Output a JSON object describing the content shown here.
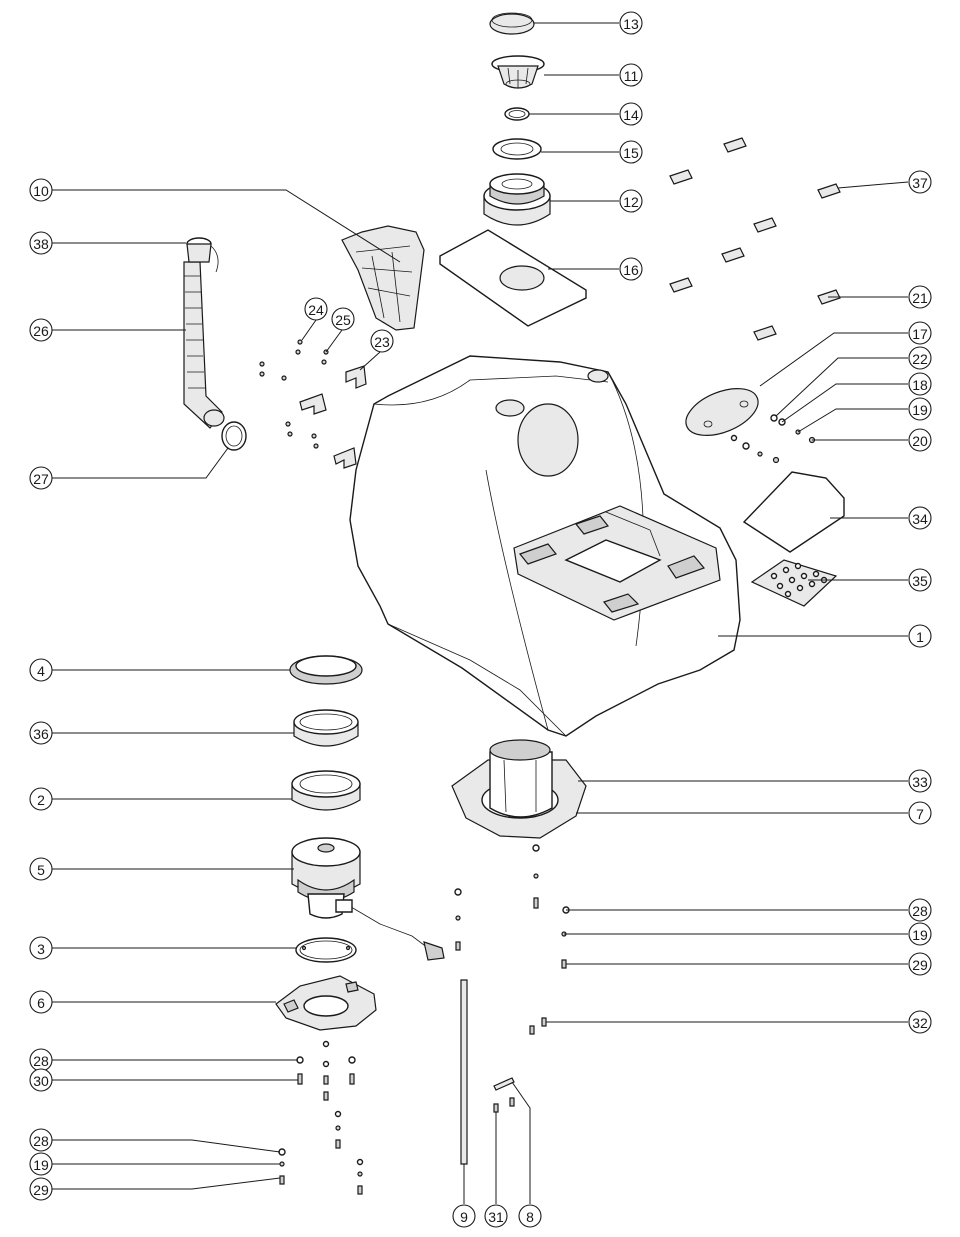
{
  "callouts": [
    "1",
    "2",
    "3",
    "4",
    "5",
    "6",
    "7",
    "8",
    "9",
    "10",
    "11",
    "12",
    "13",
    "14",
    "15",
    "16",
    "17",
    "18",
    "19",
    "20",
    "21",
    "22",
    "23",
    "24",
    "25",
    "26",
    "27",
    "28",
    "29",
    "30",
    "31",
    "32",
    "33",
    "34",
    "35",
    "36",
    "37",
    "38"
  ],
  "callout_repeats": {
    "c19b": "19",
    "c19c": "19",
    "c28b": "28",
    "c28c": "28",
    "c29b": "29"
  }
}
